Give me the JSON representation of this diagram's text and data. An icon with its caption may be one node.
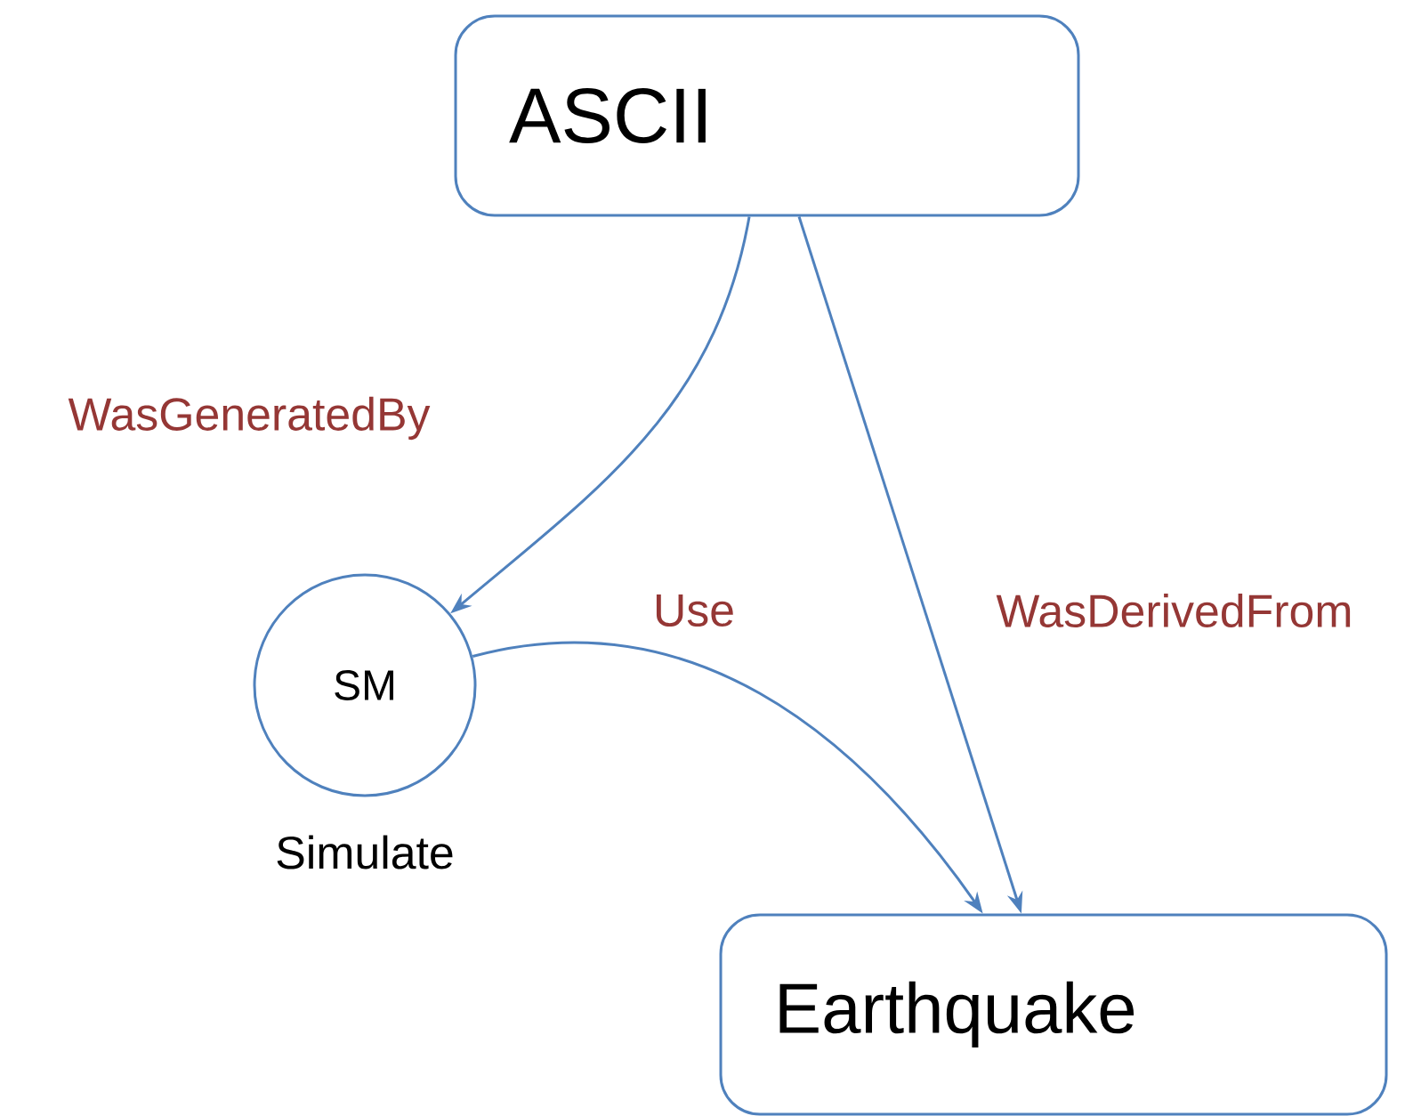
{
  "diagram": {
    "nodes": [
      {
        "text": [
          "ASCII"
        ]
      },
      {
        "text": [
          "SM"
        ],
        "beside": [
          "Simulate"
        ]
      },
      {
        "text": [
          "Earthquake"
        ]
      }
    ],
    "edges": [
      {
        "from": 0,
        "to": 1,
        "arrow": "to",
        "label": "WasGeneratedBy"
      },
      {
        "from": 1,
        "to": 2,
        "arrow": "to",
        "label": "Use"
      },
      {
        "from": 0,
        "to": 2,
        "arrow": "to",
        "label": "WasDerivedFrom"
      }
    ]
  }
}
